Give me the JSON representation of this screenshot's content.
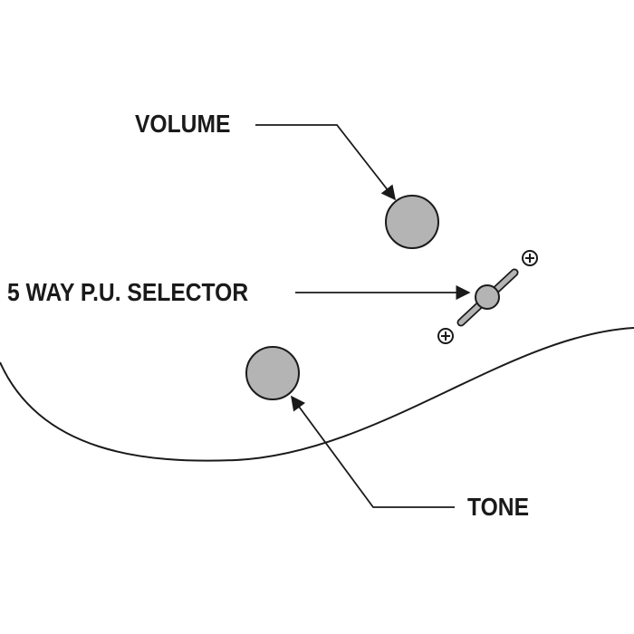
{
  "labels": {
    "volume": "VOLUME",
    "selector": "5 WAY P.U. SELECTOR",
    "tone": "TONE"
  },
  "colors": {
    "knob_fill": "#b4b4b4",
    "stroke": "#1a1a1a",
    "background": "#ffffff"
  }
}
